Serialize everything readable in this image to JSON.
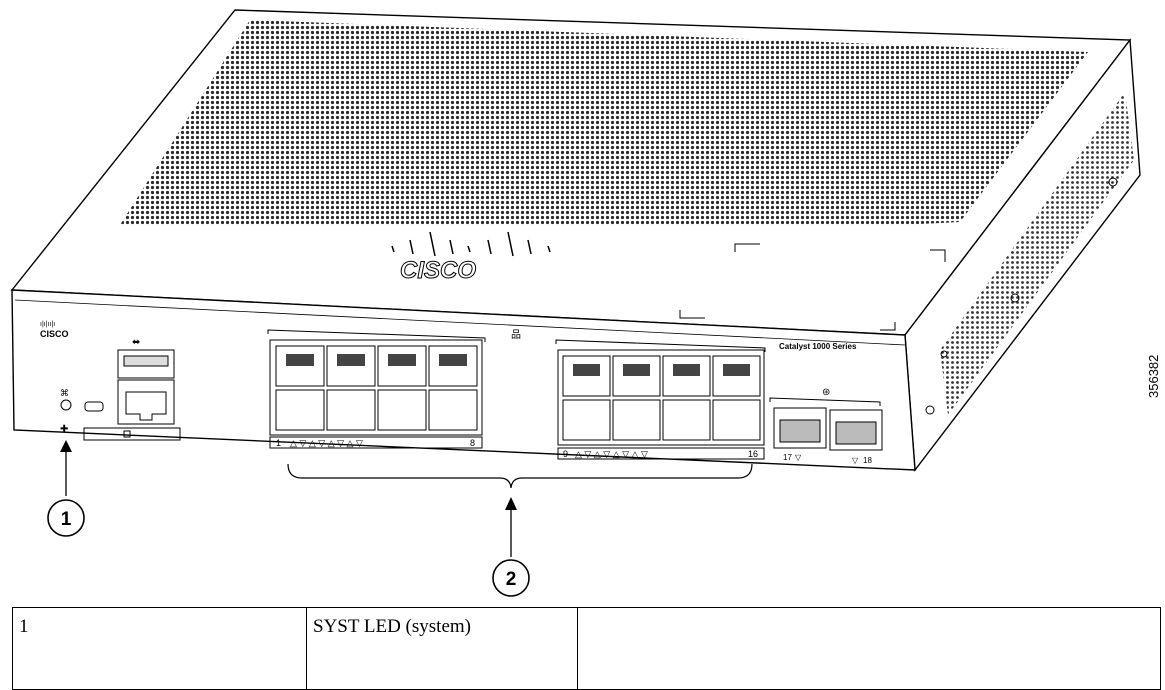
{
  "figure": {
    "brand_logo": "CISCO",
    "model_label": "Catalyst 1000 Series",
    "figure_number": "356382",
    "callouts": [
      "1",
      "2"
    ],
    "port_strip_left": {
      "first": "1",
      "last": "8"
    },
    "port_strip_right": {
      "first": "9",
      "last": "16"
    },
    "sfp_labels": [
      "17",
      "18"
    ],
    "icons": [
      "cisco-logo-icon",
      "usb-icon",
      "ethernet-icon",
      "sfp-icon",
      "reset-icon",
      "system-led-icon"
    ]
  },
  "legend": {
    "rows": [
      {
        "number": "1",
        "description": "SYST LED (system)",
        "extra": ""
      }
    ]
  }
}
